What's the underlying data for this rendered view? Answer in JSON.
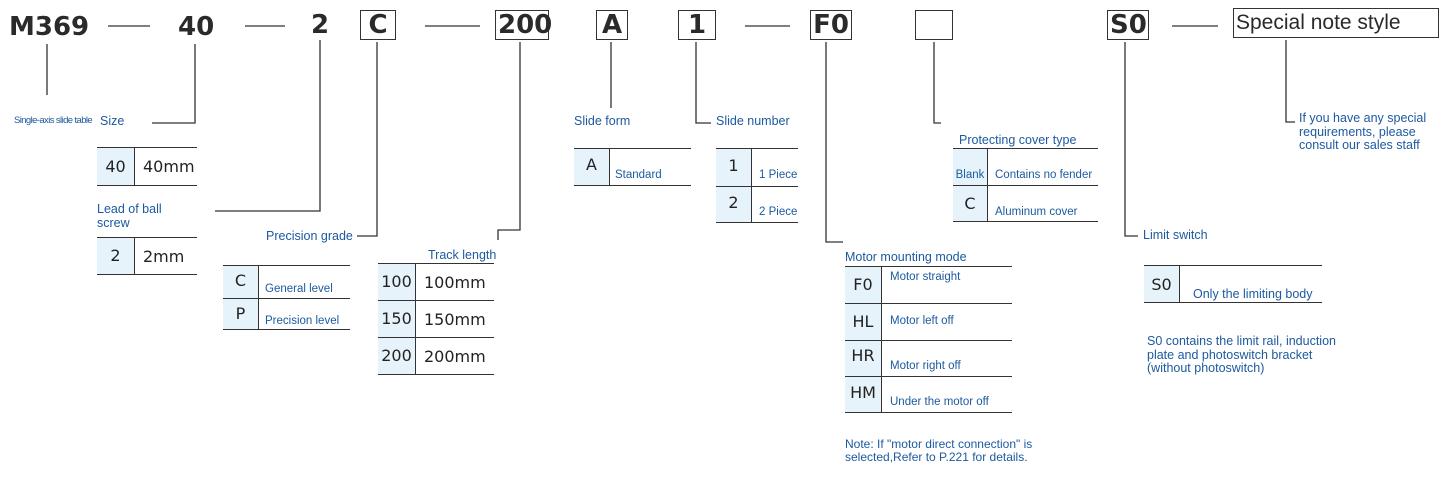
{
  "header": {
    "model": "M369",
    "size": "40",
    "lead": "2",
    "precision": "C",
    "length": "200",
    "slide_form": "A",
    "slide_number": "1",
    "motor_mount": "F0",
    "cover": "",
    "limit": "S0",
    "note_style": "Special note style"
  },
  "labels": {
    "model": "Single-axis slide table",
    "size": "Size",
    "lead": "Lead of ball screw",
    "precision": "Precision grade",
    "track": "Track length",
    "slide_form": "Slide form",
    "slide_number": "Slide number",
    "cover": "Protecting cover type",
    "motor": "Motor mounting mode",
    "limit": "Limit switch",
    "special": "If you have any special requirements, please consult our sales staff"
  },
  "tables": {
    "size": [
      {
        "code": "40",
        "desc": "40mm"
      }
    ],
    "lead": [
      {
        "code": "2",
        "desc": "2mm"
      }
    ],
    "precision": [
      {
        "code": "C",
        "desc": "General level"
      },
      {
        "code": "P",
        "desc": "Precision level"
      }
    ],
    "track": [
      {
        "code": "100",
        "desc": "100mm"
      },
      {
        "code": "150",
        "desc": "150mm"
      },
      {
        "code": "200",
        "desc": "200mm"
      }
    ],
    "slide_form": [
      {
        "code": "A",
        "desc": "Standard"
      }
    ],
    "slide_number": [
      {
        "code": "1",
        "desc": "1 Piece"
      },
      {
        "code": "2",
        "desc": "2 Piece"
      }
    ],
    "cover": [
      {
        "code": "Blank",
        "desc": "Contains no fender"
      },
      {
        "code": "C",
        "desc": "Aluminum cover"
      }
    ],
    "motor": [
      {
        "code": "F0",
        "desc": "Motor straight"
      },
      {
        "code": "HL",
        "desc": "Motor left off"
      },
      {
        "code": "HR",
        "desc": "Motor right off"
      },
      {
        "code": "HM",
        "desc": "Under the motor off"
      }
    ],
    "limit": [
      {
        "code": "S0",
        "desc": "Only the limiting body"
      }
    ]
  },
  "notes": {
    "motor": "Note: If \"motor direct connection\" is selected,Refer to P.221 for details.",
    "limit": "S0 contains the limit rail, induction plate and photoswitch bracket (without photoswitch)"
  }
}
